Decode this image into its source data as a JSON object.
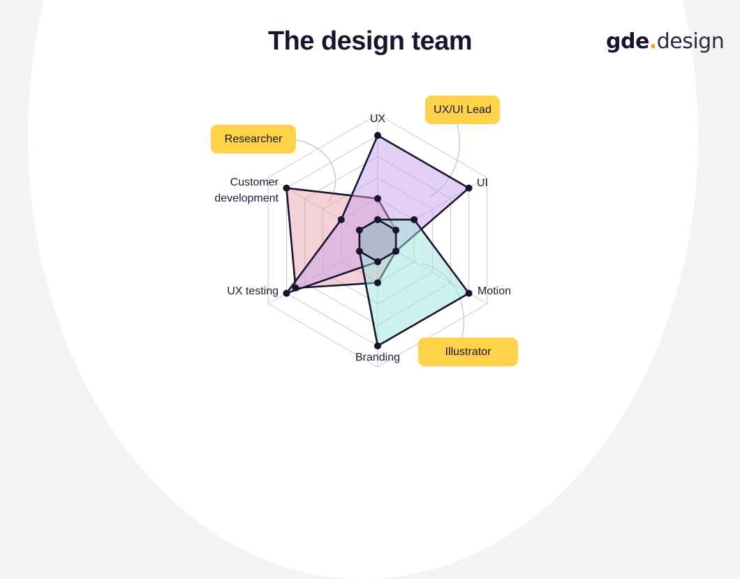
{
  "page": {
    "title": "The design team",
    "logo": {
      "bold": "gde",
      "dot": ".",
      "light": "design"
    }
  },
  "colors": {
    "outline": "#16142e",
    "grid": "#c8c8cc",
    "tag": "#ffd24a",
    "researcher_fill": "#eaa3ad",
    "uxui_fill": "#c9a1ea",
    "illustrator_fill": "#9ce3dc"
  },
  "chart_data": {
    "type": "radar",
    "title": "The design team",
    "axes": [
      "UX",
      "UI",
      "Motion",
      "Branding",
      "UX testing",
      "Customer development"
    ],
    "range": [
      0,
      6
    ],
    "grid": true,
    "series": [
      {
        "name": "Researcher",
        "values": [
          2,
          1,
          1,
          2,
          4.5,
          5
        ]
      },
      {
        "name": "UX/UI Lead",
        "values": [
          5,
          5,
          1,
          1,
          5,
          2
        ]
      },
      {
        "name": "Illustrator",
        "values": [
          1,
          2,
          5,
          5,
          1,
          1
        ]
      }
    ],
    "baseline_values": [
      1,
      1,
      1,
      1,
      1,
      1
    ]
  }
}
